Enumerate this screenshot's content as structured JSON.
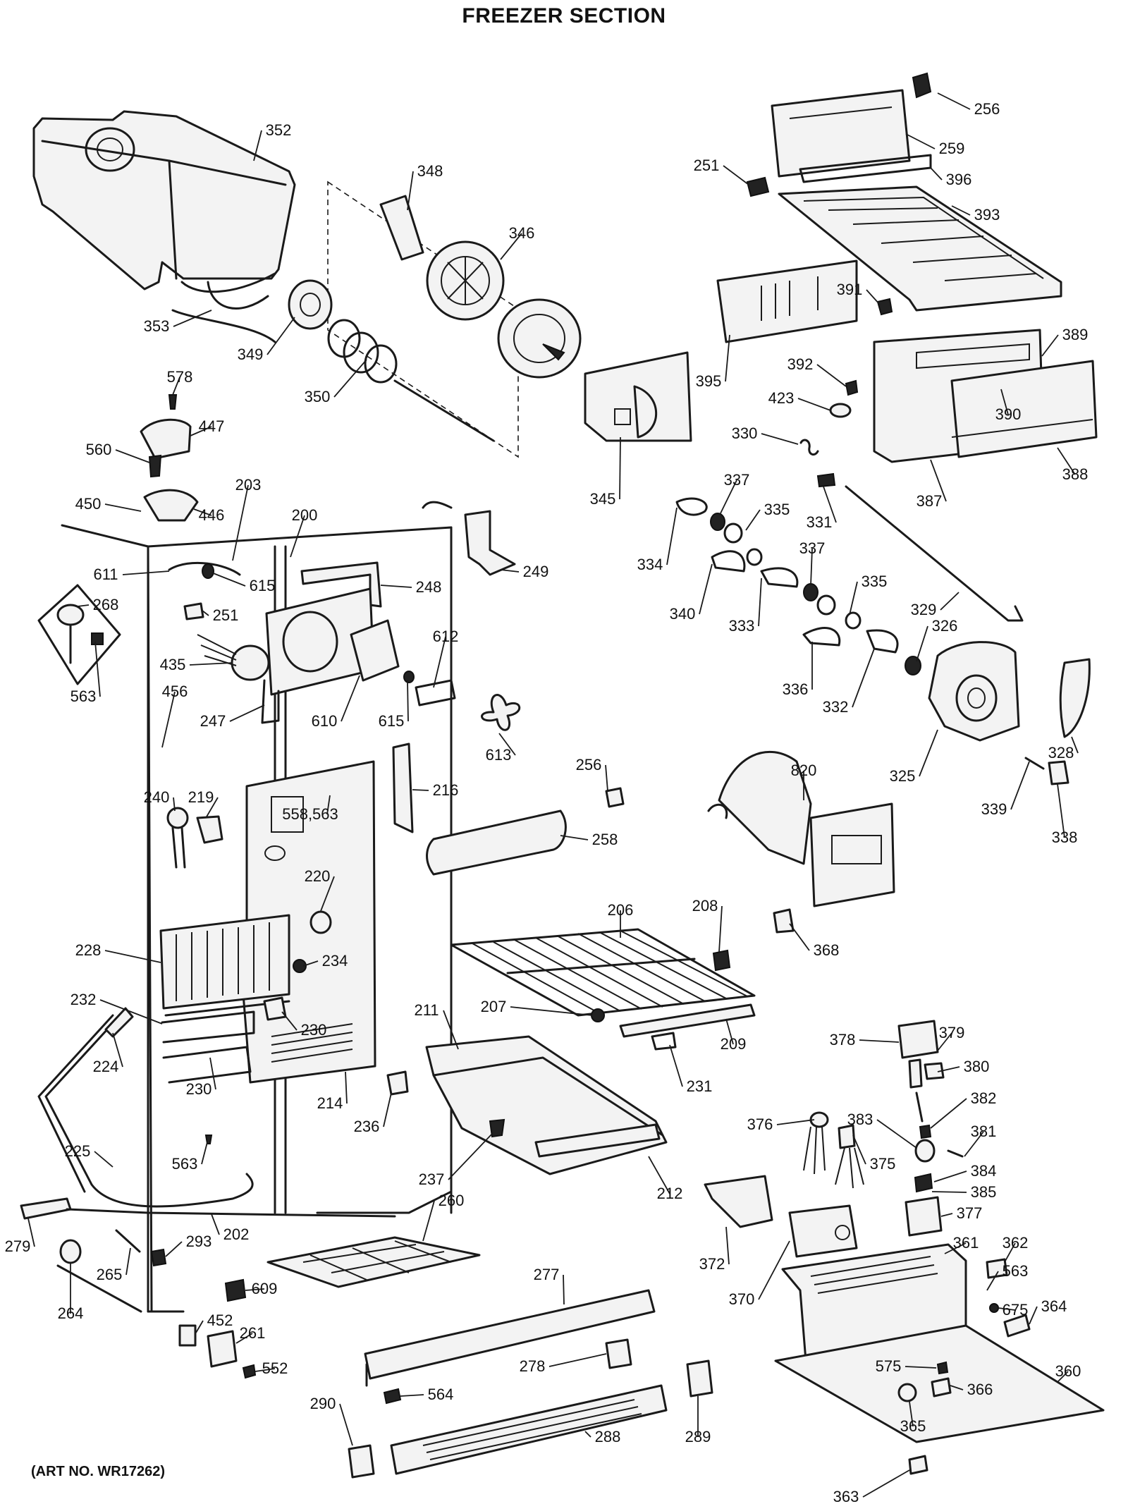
{
  "title": "FREEZER SECTION",
  "art_number": "(ART NO. WR17262)",
  "callouts": [
    {
      "id": "c256a",
      "label": "256"
    },
    {
      "id": "c259",
      "label": "259"
    },
    {
      "id": "c251a",
      "label": "251"
    },
    {
      "id": "c396",
      "label": "396"
    },
    {
      "id": "c393",
      "label": "393"
    },
    {
      "id": "c352",
      "label": "352"
    },
    {
      "id": "c348",
      "label": "348"
    },
    {
      "id": "c346",
      "label": "346"
    },
    {
      "id": "c353",
      "label": "353"
    },
    {
      "id": "c349",
      "label": "349"
    },
    {
      "id": "c350",
      "label": "350"
    },
    {
      "id": "c391",
      "label": "391"
    },
    {
      "id": "c389",
      "label": "389"
    },
    {
      "id": "c395",
      "label": "395"
    },
    {
      "id": "c392",
      "label": "392"
    },
    {
      "id": "c423",
      "label": "423"
    },
    {
      "id": "c390",
      "label": "390"
    },
    {
      "id": "c578",
      "label": "578"
    },
    {
      "id": "c447",
      "label": "447"
    },
    {
      "id": "c560",
      "label": "560"
    },
    {
      "id": "c330",
      "label": "330"
    },
    {
      "id": "c388",
      "label": "388"
    },
    {
      "id": "c345",
      "label": "345"
    },
    {
      "id": "c337a",
      "label": "337"
    },
    {
      "id": "c331",
      "label": "331"
    },
    {
      "id": "c387",
      "label": "387"
    },
    {
      "id": "c450",
      "label": "450"
    },
    {
      "id": "c446",
      "label": "446"
    },
    {
      "id": "c203",
      "label": "203"
    },
    {
      "id": "c200",
      "label": "200"
    },
    {
      "id": "c335a",
      "label": "335"
    },
    {
      "id": "c334",
      "label": "334"
    },
    {
      "id": "c249",
      "label": "249"
    },
    {
      "id": "c337b",
      "label": "337"
    },
    {
      "id": "c611",
      "label": "611"
    },
    {
      "id": "c615a",
      "label": "615"
    },
    {
      "id": "c248",
      "label": "248"
    },
    {
      "id": "c340",
      "label": "340"
    },
    {
      "id": "c333",
      "label": "333"
    },
    {
      "id": "c335b",
      "label": "335"
    },
    {
      "id": "c329",
      "label": "329"
    },
    {
      "id": "c268",
      "label": "268"
    },
    {
      "id": "c251b",
      "label": "251"
    },
    {
      "id": "c612",
      "label": "612"
    },
    {
      "id": "c326",
      "label": "326"
    },
    {
      "id": "c435",
      "label": "435"
    },
    {
      "id": "c456",
      "label": "456"
    },
    {
      "id": "c563a",
      "label": "563"
    },
    {
      "id": "c247",
      "label": "247"
    },
    {
      "id": "c610",
      "label": "610"
    },
    {
      "id": "c615b",
      "label": "615"
    },
    {
      "id": "c336",
      "label": "336"
    },
    {
      "id": "c332",
      "label": "332"
    },
    {
      "id": "c613",
      "label": "613"
    },
    {
      "id": "c328",
      "label": "328"
    },
    {
      "id": "c325",
      "label": "325"
    },
    {
      "id": "c240",
      "label": "240"
    },
    {
      "id": "c219",
      "label": "219"
    },
    {
      "id": "c216",
      "label": "216"
    },
    {
      "id": "c256b",
      "label": "256"
    },
    {
      "id": "c820",
      "label": "820"
    },
    {
      "id": "c339",
      "label": "339"
    },
    {
      "id": "c558",
      "label": "558,563"
    },
    {
      "id": "c338",
      "label": "338"
    },
    {
      "id": "c258",
      "label": "258"
    },
    {
      "id": "c220",
      "label": "220"
    },
    {
      "id": "c206",
      "label": "206"
    },
    {
      "id": "c208",
      "label": "208"
    },
    {
      "id": "c228",
      "label": "228"
    },
    {
      "id": "c234",
      "label": "234"
    },
    {
      "id": "c368",
      "label": "368"
    },
    {
      "id": "c232",
      "label": "232"
    },
    {
      "id": "c207",
      "label": "207"
    },
    {
      "id": "c211",
      "label": "211"
    },
    {
      "id": "c230a",
      "label": "230"
    },
    {
      "id": "c378",
      "label": "378"
    },
    {
      "id": "c379",
      "label": "379"
    },
    {
      "id": "c209",
      "label": "209"
    },
    {
      "id": "c224",
      "label": "224"
    },
    {
      "id": "c230b",
      "label": "230"
    },
    {
      "id": "c380",
      "label": "380"
    },
    {
      "id": "c231",
      "label": "231"
    },
    {
      "id": "c214",
      "label": "214"
    },
    {
      "id": "c382",
      "label": "382"
    },
    {
      "id": "c236",
      "label": "236"
    },
    {
      "id": "c376",
      "label": "376"
    },
    {
      "id": "c383",
      "label": "383"
    },
    {
      "id": "c381",
      "label": "381"
    },
    {
      "id": "c225",
      "label": "225"
    },
    {
      "id": "c375",
      "label": "375"
    },
    {
      "id": "c563b",
      "label": "563"
    },
    {
      "id": "c237",
      "label": "237"
    },
    {
      "id": "c384",
      "label": "384"
    },
    {
      "id": "c385",
      "label": "385"
    },
    {
      "id": "c212",
      "label": "212"
    },
    {
      "id": "c260",
      "label": "260"
    },
    {
      "id": "c377",
      "label": "377"
    },
    {
      "id": "c279",
      "label": "279"
    },
    {
      "id": "c293",
      "label": "293"
    },
    {
      "id": "c202",
      "label": "202"
    },
    {
      "id": "c372",
      "label": "372"
    },
    {
      "id": "c361",
      "label": "361"
    },
    {
      "id": "c362",
      "label": "362"
    },
    {
      "id": "c265",
      "label": "265"
    },
    {
      "id": "c277",
      "label": "277"
    },
    {
      "id": "c563c",
      "label": "563"
    },
    {
      "id": "c264",
      "label": "264"
    },
    {
      "id": "c609",
      "label": "609"
    },
    {
      "id": "c370",
      "label": "370"
    },
    {
      "id": "c675",
      "label": "675"
    },
    {
      "id": "c364",
      "label": "364"
    },
    {
      "id": "c452",
      "label": "452"
    },
    {
      "id": "c261",
      "label": "261"
    },
    {
      "id": "c360",
      "label": "360"
    },
    {
      "id": "c278",
      "label": "278"
    },
    {
      "id": "c575",
      "label": "575"
    },
    {
      "id": "c552",
      "label": "552"
    },
    {
      "id": "c366",
      "label": "366"
    },
    {
      "id": "c564",
      "label": "564"
    },
    {
      "id": "c290",
      "label": "290"
    },
    {
      "id": "c365",
      "label": "365"
    },
    {
      "id": "c288",
      "label": "288"
    },
    {
      "id": "c289",
      "label": "289"
    },
    {
      "id": "c363",
      "label": "363"
    }
  ]
}
